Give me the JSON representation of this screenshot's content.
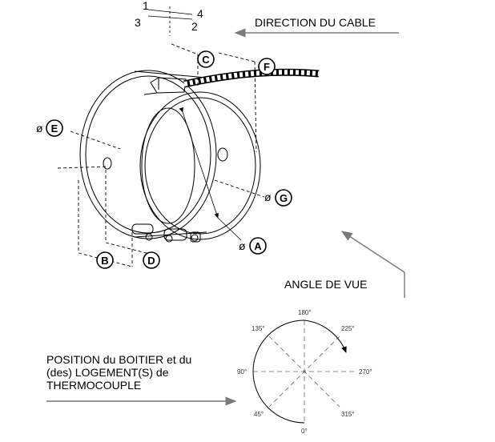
{
  "axes": {
    "a1": "1",
    "a2": "2",
    "a3": "3",
    "a4": "4"
  },
  "labels": {
    "cable_direction": "DIRECTION DU CABLE",
    "view_angle": "ANGLE DE VUE",
    "position_line1": "POSITION du BOITIER et du",
    "position_line2": "(des) LOGEMENT(S) de",
    "position_line3": "THERMOCOUPLE"
  },
  "dimensions": {
    "A": "A",
    "B": "B",
    "C": "C",
    "D": "D",
    "E": "E",
    "F": "F",
    "G": "G",
    "diameter_symbol": "ø"
  },
  "angles": {
    "a0": "0°",
    "a45": "45°",
    "a90": "90°",
    "a135": "135°",
    "a180": "180°",
    "a225": "225°",
    "a270": "270°",
    "a315": "315°"
  }
}
